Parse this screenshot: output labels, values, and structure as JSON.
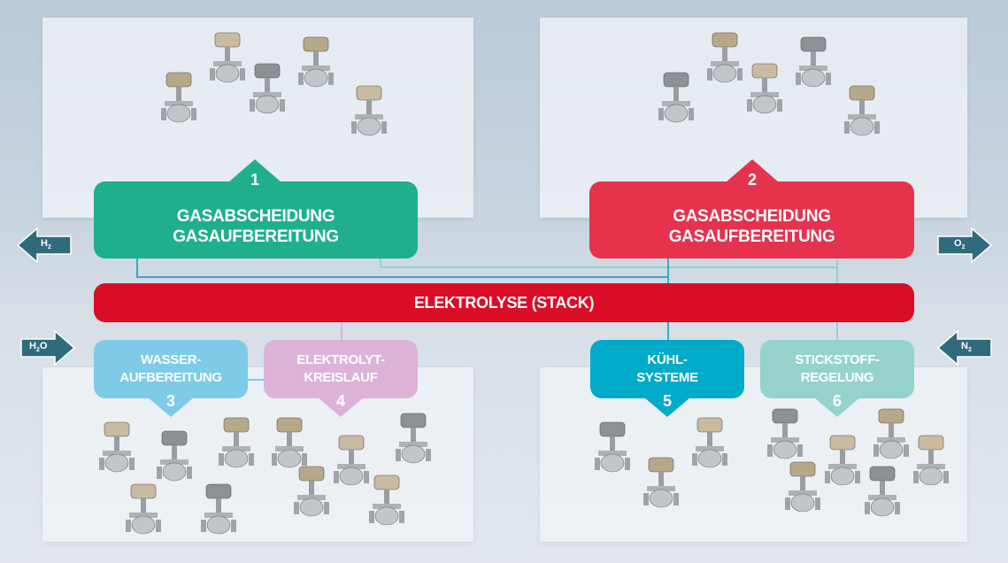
{
  "boxes": {
    "gas_h2": {
      "number": "1",
      "line1": "GASABSCHEIDUNG",
      "line2": "GASAUFBEREITUNG",
      "color": "#1fb08b"
    },
    "gas_o2": {
      "number": "2",
      "line1": "GASABSCHEIDUNG",
      "line2": "GASAUFBEREITUNG",
      "color": "#e5334d"
    },
    "water": {
      "number": "3",
      "line1": "WASSER-",
      "line2": "AUFBEREITUNG",
      "color": "#7dcbe6"
    },
    "electrolyte": {
      "number": "4",
      "line1": "ELEKTROLYT-",
      "line2": "KREISLAUF",
      "color": "#dcb3d7"
    },
    "cooling": {
      "number": "5",
      "line1": "KÜHL-",
      "line2": "SYSTEME",
      "color": "#00aac9"
    },
    "nitrogen": {
      "number": "6",
      "line1": "STICKSTOFF-",
      "line2": "REGELUNG",
      "color": "#95d3ca"
    }
  },
  "stack": {
    "label": "ELEKTROLYSE (STACK)",
    "color": "#d90d26"
  },
  "flows": {
    "h2_out": {
      "base": "H",
      "sub": "2",
      "tail": ""
    },
    "h2o_in": {
      "base": "H",
      "sub": "2",
      "tail": "O"
    },
    "o2_out": {
      "base": "O",
      "sub": "2",
      "tail": ""
    },
    "n2_in": {
      "base": "N",
      "sub": "2",
      "tail": ""
    }
  },
  "arrow_color": "#2f6b7d"
}
